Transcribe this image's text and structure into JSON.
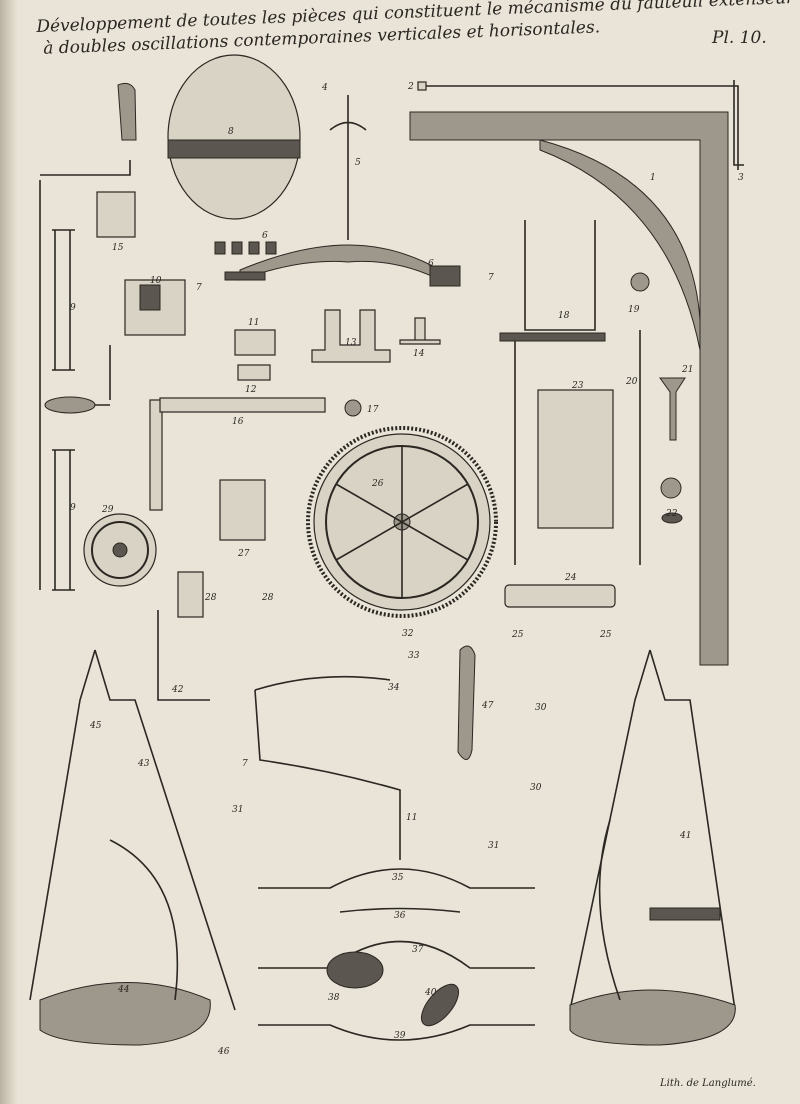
{
  "title": {
    "line1": "Développement de toutes les pièces qui constituent le mécanisme du fauteuil extenseur",
    "line2": "à doubles oscillations contemporaines verticales et horisontales.",
    "plate_number": "Pl. 10."
  },
  "credit": "Lith. de Langlumé.",
  "figure_labels": [
    "1",
    "2",
    "3",
    "4",
    "5",
    "6",
    "6",
    "7",
    "7",
    "8",
    "9",
    "9",
    "10",
    "11",
    "12",
    "13",
    "14",
    "15",
    "16",
    "17",
    "18",
    "19",
    "20",
    "21",
    "22",
    "23",
    "24",
    "25",
    "25",
    "26",
    "27",
    "28",
    "28",
    "29",
    "30",
    "30",
    "31",
    "31",
    "32",
    "33",
    "34",
    "35",
    "36",
    "37",
    "38",
    "39",
    "40",
    "41",
    "42",
    "43",
    "44",
    "45",
    "46",
    "47",
    "7",
    "11"
  ]
}
